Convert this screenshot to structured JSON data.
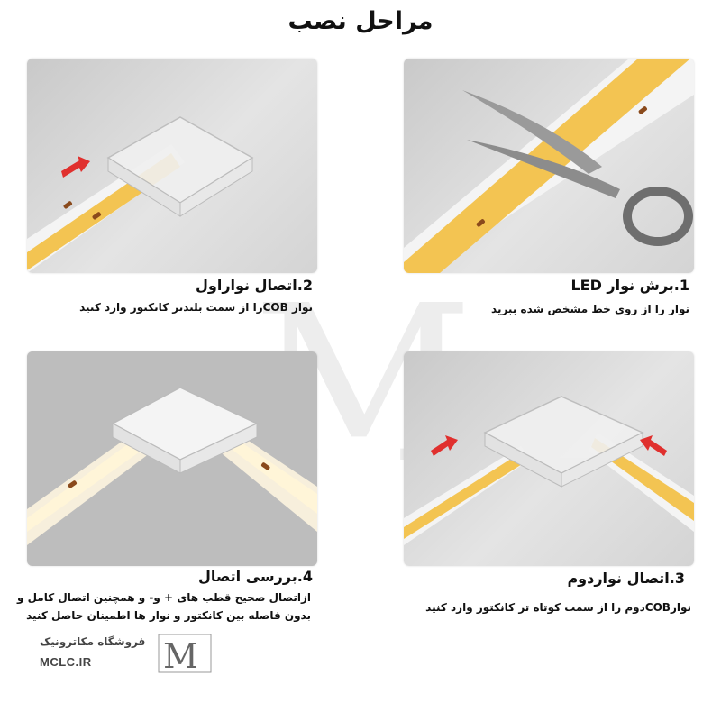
{
  "header": {
    "title": "مراحل نصب"
  },
  "steps": [
    {
      "number": "1.",
      "title": "برش نوار LED",
      "description": "نوار را از روی خط مشخص شده ببرید"
    },
    {
      "number": "2.",
      "title": "اتصال نواراول",
      "description": "نوار COBرا از سمت بلندتر کانکتور وارد کنید"
    },
    {
      "number": "3.",
      "title": "اتصال نواردوم",
      "description": "نوارCOBدوم را از سمت کوتاه تر کانکتور وارد کنید"
    },
    {
      "number": "4.",
      "title": "بررسی اتصال",
      "description": "ازاتصال صحیح قطب های + و- و همچنین اتصال کامل و بدون فاصله بین کانکتور و نوار ها اطمینان حاصل کنید"
    }
  ],
  "footer": {
    "store_name": "فروشگاه مکاترونیک",
    "url": "MCLC.IR"
  },
  "colors": {
    "led_strip": "#f3c452",
    "arrow": "#e0302e",
    "background": "#d8d8d8"
  }
}
